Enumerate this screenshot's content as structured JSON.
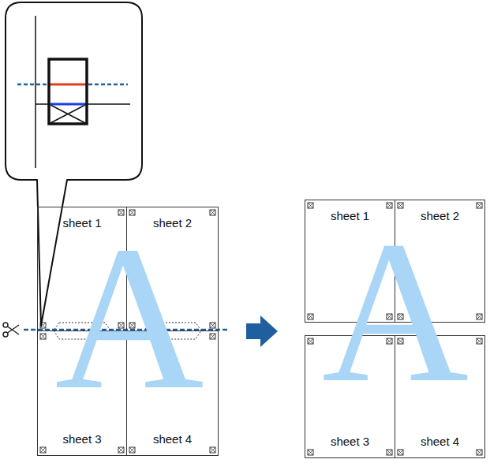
{
  "diagram": {
    "nodes": [
      {
        "text": [
          "sheet 1"
        ]
      },
      {
        "text": [
          "sheet 2"
        ]
      },
      {
        "text": [
          "sheet 3"
        ]
      },
      {
        "text": [
          "sheet 4"
        ]
      },
      {
        "text": [
          "sheet 1"
        ]
      },
      {
        "text": [
          "sheet 2"
        ]
      },
      {
        "text": [
          "sheet 3"
        ]
      },
      {
        "text": [
          "sheet 4"
        ]
      }
    ],
    "edges": [],
    "labels": [
      "A",
      "A"
    ]
  }
}
